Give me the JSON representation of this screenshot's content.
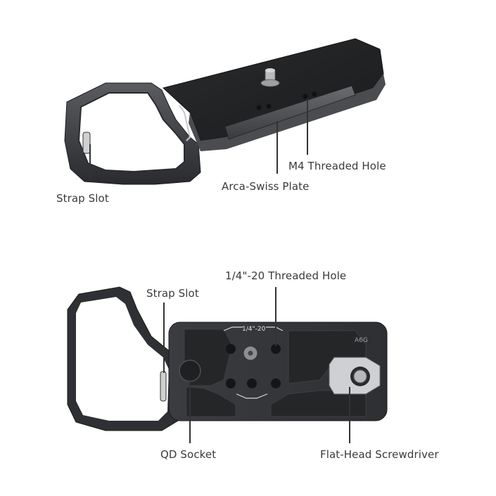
{
  "top_view": {
    "callouts": {
      "strap_slot": "Strap Slot",
      "arca_swiss_plate": "Arca-Swiss Plate",
      "m4_threaded_hole": "M4 Threaded Hole"
    }
  },
  "bottom_view": {
    "engraving_size": "1/4\"-20",
    "engraving_model": "A6G",
    "callouts": {
      "threaded_hole": "1/4\"-20 Threaded Hole",
      "strap_slot": "Strap Slot",
      "qd_socket": "QD Socket",
      "screwdriver": "Flat-Head Screwdriver"
    }
  },
  "colors": {
    "metal_dark": "#2f3033",
    "metal_mid": "#4a4b4f",
    "metal_light": "#8d8f93",
    "rubber": "#1e1f21",
    "label_text": "#3a3a3a"
  }
}
